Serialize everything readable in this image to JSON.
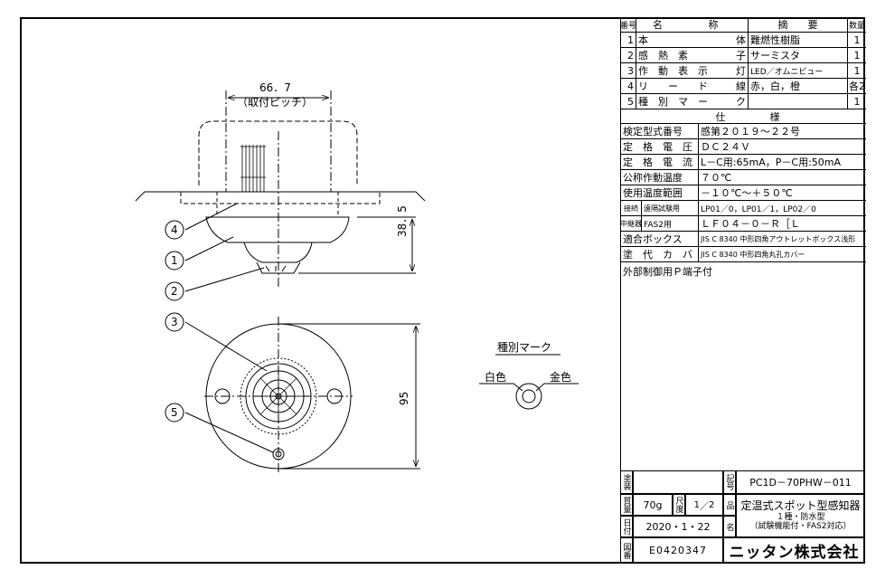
{
  "drawing": {
    "dim_pitch": "66．7",
    "dim_pitch_note": "（取付ピッチ）",
    "dim_height": "38．5",
    "dim_diameter": "95",
    "balloons": [
      "1",
      "2",
      "3",
      "4",
      "5"
    ],
    "type_mark_title": "種別マーク",
    "type_mark_white": "白色",
    "type_mark_gold": "金色"
  },
  "parts_table": {
    "headers": {
      "no": "番号",
      "name_a": "名",
      "name_b": "称",
      "summary": "摘　　要",
      "qty": "数量"
    },
    "rows": [
      {
        "no": "1",
        "name_a": "本",
        "name_b": "体",
        "summary": "難燃性樹脂",
        "qty": "1"
      },
      {
        "no": "2",
        "name_a": "感　熱　素",
        "name_b": "子",
        "summary": "サーミスタ",
        "qty": "1"
      },
      {
        "no": "3",
        "name_a": "作　動　表　示",
        "name_b": "灯",
        "summary": "LED／オムニビュー",
        "qty": "1"
      },
      {
        "no": "4",
        "name_a": "リ　　ー　　ド",
        "name_b": "線",
        "summary": "赤，白，橙",
        "qty": "各2"
      },
      {
        "no": "5",
        "name_a": "種　別　マ　ー",
        "name_b": "ク",
        "summary": "",
        "qty": "1"
      }
    ]
  },
  "spec": {
    "header_a": "仕",
    "header_b": "様",
    "rows": [
      {
        "label": "検定型式番号",
        "value": "感第２０１９～２２号"
      },
      {
        "label": "定　格　電　圧",
        "value": "ＤＣ２４Ｖ"
      },
      {
        "label": "定　格　電　流",
        "value": "L－C用:65mA，P－C用:50mA"
      },
      {
        "label": "公称作動温度",
        "value": "７０℃"
      },
      {
        "label": "使用温度範囲",
        "value": "－１０℃～＋５０℃"
      }
    ],
    "relay_group": "接続",
    "relay_group2": "中継器",
    "relay_rows": [
      {
        "label": "遠隔試験用",
        "value": "LP01／0，LP01／1，LP02／0"
      },
      {
        "label": "FAS2用",
        "value": "ＬＦ０４－０－Ｒ［Ｌ"
      }
    ],
    "rows2": [
      {
        "label": "適合ボックス",
        "value": "JIS C 8340 中形四角アウトレットボックス浅形"
      },
      {
        "label": "塗　代　カ　バ　ー",
        "value": "JIS C 8340 中形四角丸孔カバー"
      }
    ],
    "note": "外部制御用Ｐ端子付"
  },
  "title_block": {
    "paint_label": "塗装",
    "code_label": "記号",
    "code": "PC1D－70PHW－011",
    "mass_label": "質量",
    "mass": "70g",
    "scale_label": "尺度",
    "scale_num": "1",
    "scale_den": "2",
    "product_label": "品",
    "name_label": "名",
    "product_name": "定温式スポット型感知器",
    "product_sub1": "１種・防水型",
    "product_sub2": "（試験機能付・FAS2対応）",
    "date_label": "日付",
    "date": "2020・1・22",
    "drawing_label": "図番",
    "drawing_no": "E0420347",
    "company": "ニッタン株式会社"
  }
}
